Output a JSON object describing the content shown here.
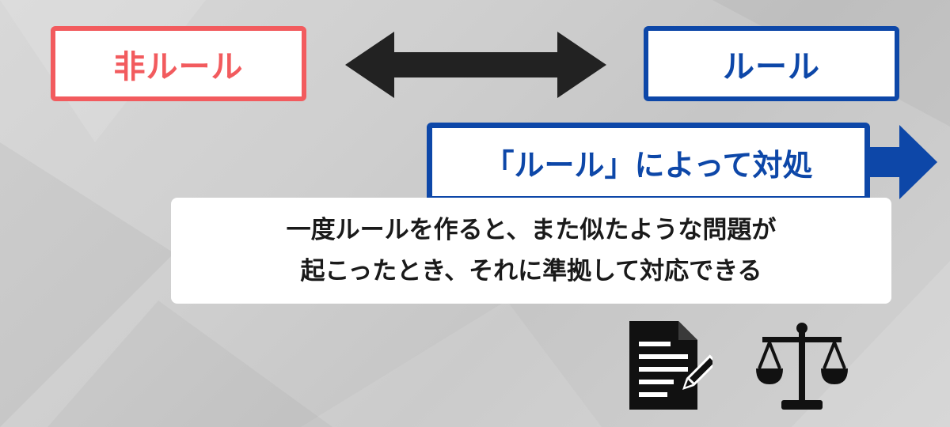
{
  "boxes": {
    "non_rule": {
      "label": "非ルール",
      "color": "#f25b5e"
    },
    "rule": {
      "label": "ルール",
      "color": "#0d47a8"
    }
  },
  "callout": {
    "label": "「ルール」によって対処",
    "color": "#0d47a8"
  },
  "explanation": {
    "line1": "一度ルールを作ると、また似たような問題が",
    "line2": "起こったとき、それに準拠して対応できる"
  },
  "icons": {
    "document": "document-with-pen-icon",
    "scale": "balance-scale-icon"
  },
  "colors": {
    "arrow": "#222222",
    "icon": "#111111"
  }
}
